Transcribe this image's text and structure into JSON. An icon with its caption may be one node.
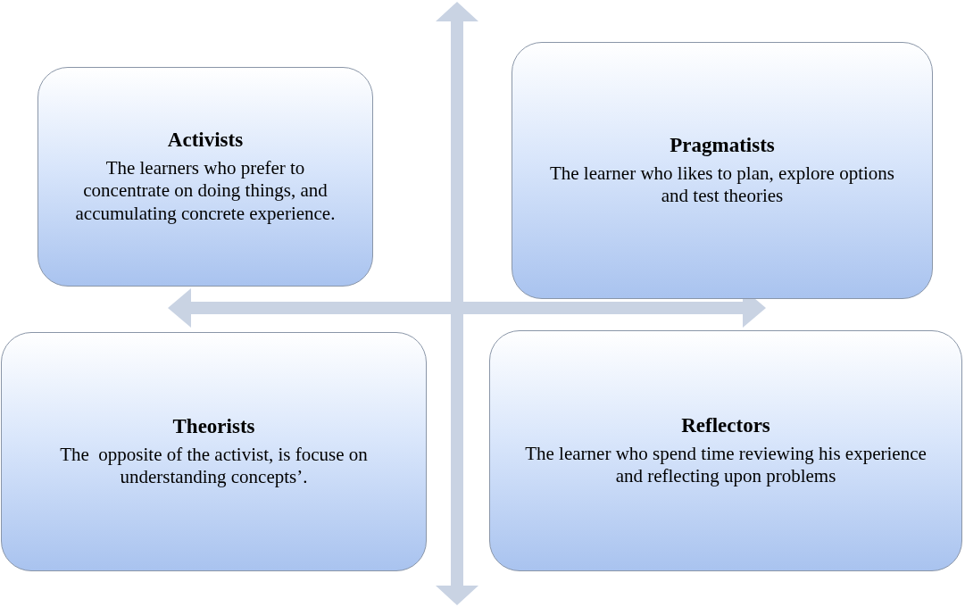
{
  "diagram": {
    "nodes": [
      {
        "text": [
          "Activists",
          "The learners who prefer to concentrate on doing things, and accumulating concrete experience."
        ]
      },
      {
        "text": [
          "Pragmatists",
          "The learner who likes to plan, explore options and test theories"
        ]
      },
      {
        "text": [
          "Theorists",
          "The  opposite of the activist, is focuse on understanding concepts’."
        ]
      },
      {
        "text": [
          "Reflectors",
          "The learner who spend time reviewing his experience and reflecting upon problems"
        ]
      }
    ]
  }
}
